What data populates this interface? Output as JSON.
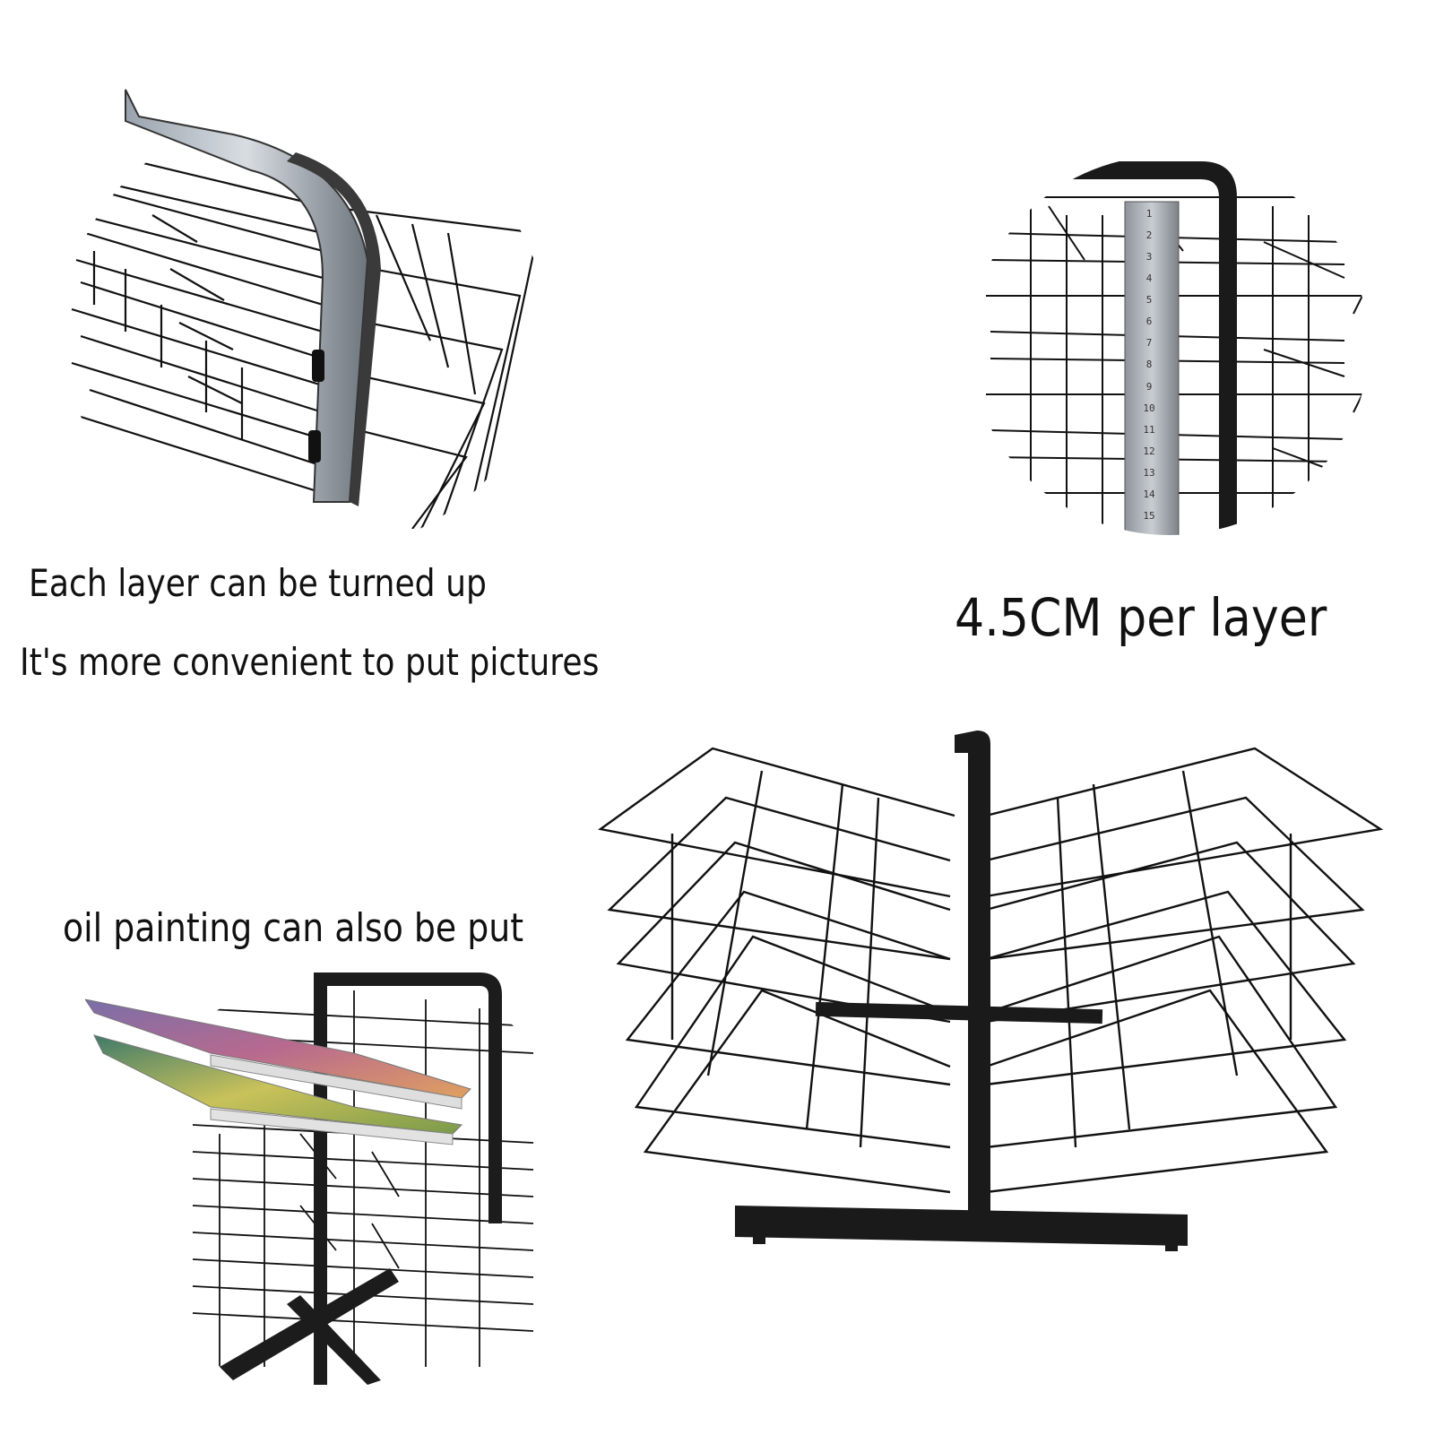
{
  "captions": {
    "turned_up_line1": "Each layer can be turned up",
    "turned_up_line2": "It's more convenient to put pictures",
    "layer_spacing": "4.5CM per layer",
    "oil_painting": "oil painting can also be put"
  },
  "ruler": {
    "numbers": [
      "1",
      "2",
      "3",
      "4",
      "5",
      "6",
      "7",
      "8",
      "9",
      "10",
      "11",
      "12",
      "13",
      "14",
      "15"
    ]
  },
  "colors": {
    "wire": "#111111",
    "frame": "#1a1a1a",
    "background": "#ffffff"
  }
}
